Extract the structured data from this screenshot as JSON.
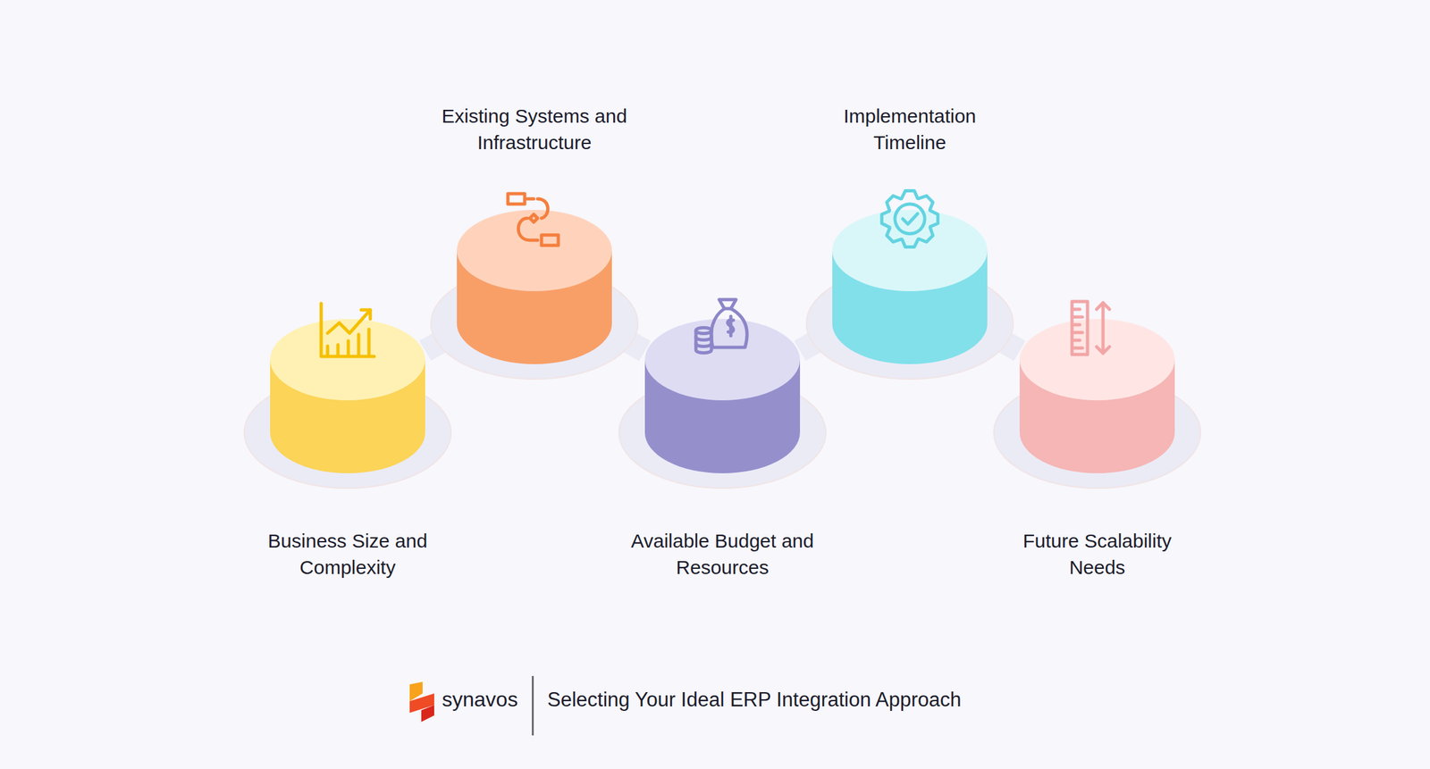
{
  "diagram": {
    "caption": "Selecting Your Ideal ERP Integration Approach",
    "nodes": [
      {
        "text": [
          "Business Size and Complexity"
        ]
      },
      {
        "text": [
          "Existing Systems and Infrastructure"
        ]
      },
      {
        "text": [
          "Available Budget and Resources"
        ]
      },
      {
        "text": [
          "Implementation Timeline"
        ]
      },
      {
        "text": [
          "Future Scalability Needs"
        ]
      }
    ],
    "edges": [
      {
        "from": 0,
        "to": 1,
        "arrow": "none"
      },
      {
        "from": 1,
        "to": 2,
        "arrow": "none"
      },
      {
        "from": 2,
        "to": 3,
        "arrow": "none"
      },
      {
        "from": 3,
        "to": 4,
        "arrow": "none"
      }
    ],
    "labels": [
      "synavos"
    ]
  }
}
